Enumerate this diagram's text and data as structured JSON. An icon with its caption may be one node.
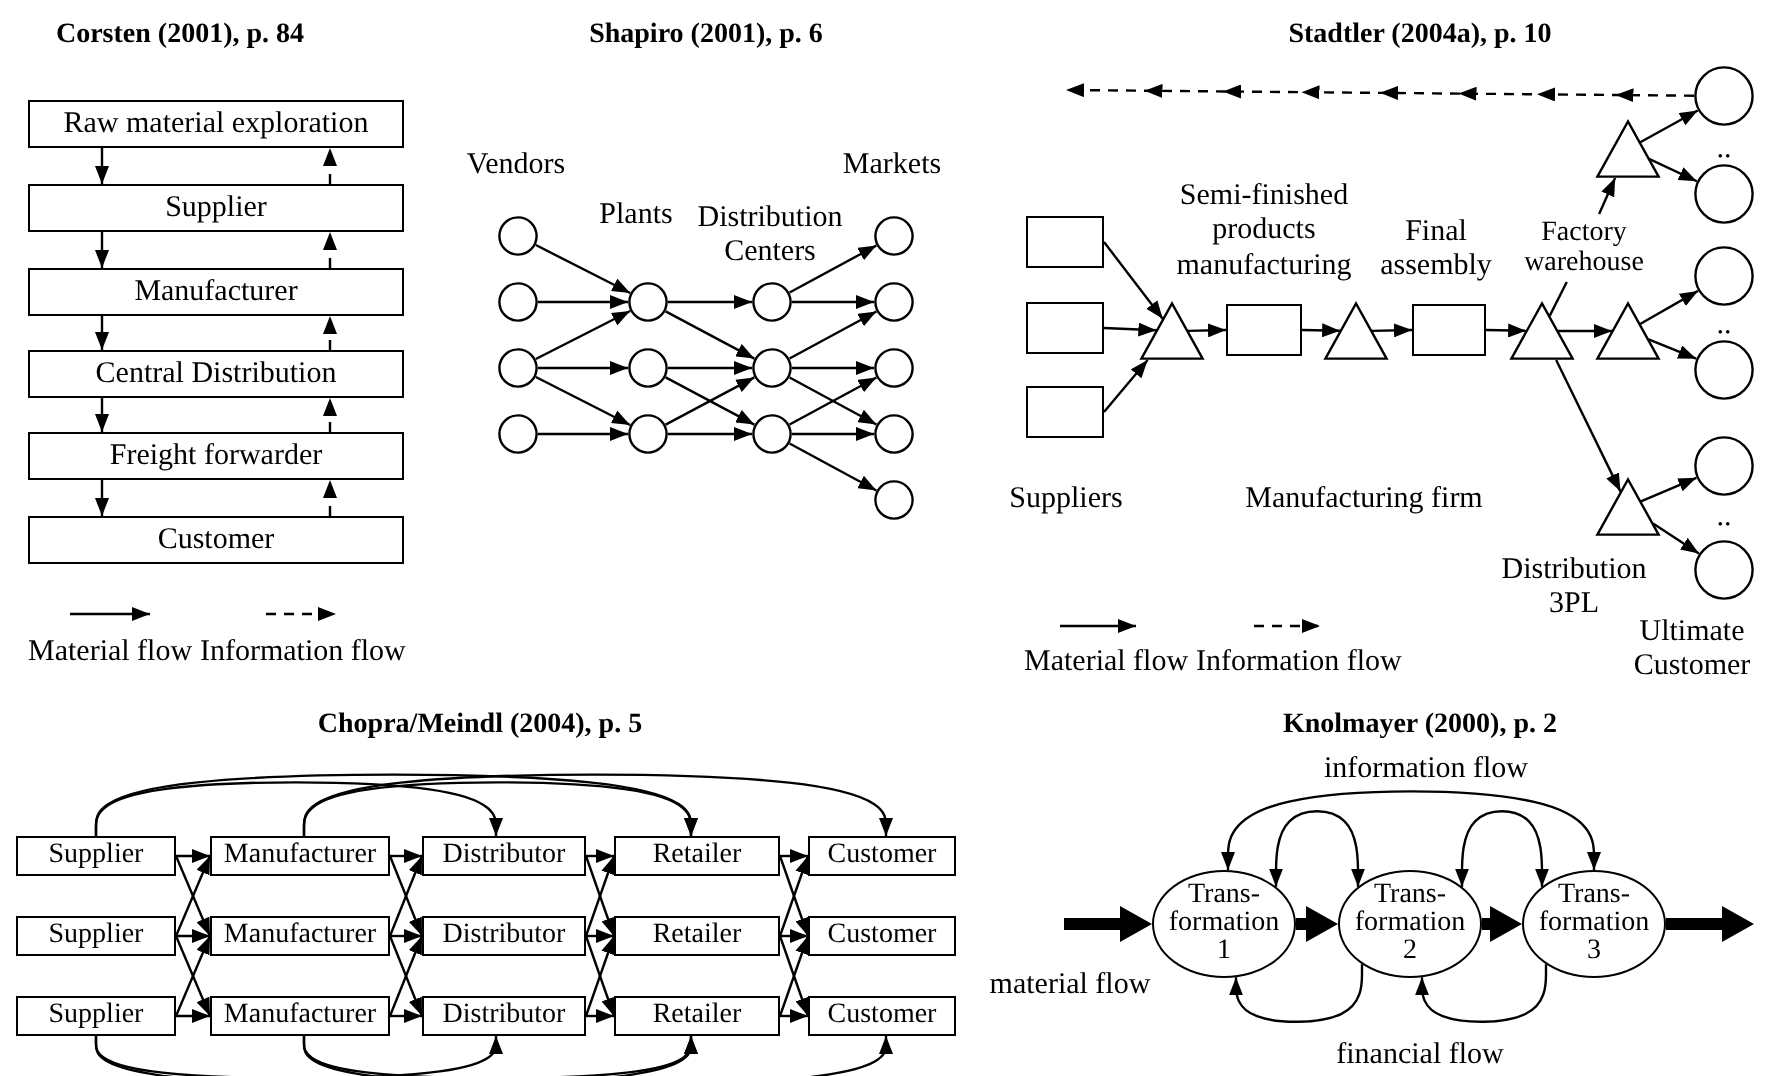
{
  "diagram": {
    "nodes": [
      {
        "text": [
          "Raw material exploration"
        ]
      },
      {
        "text": [
          "Supplier"
        ]
      },
      {
        "text": [
          "Manufacturer"
        ]
      },
      {
        "text": [
          "Central Distribution"
        ]
      },
      {
        "text": [
          "Freight forwarder"
        ]
      },
      {
        "text": [
          "Customer"
        ]
      },
      {
        "text": [],
        "shape": "circle"
      },
      {
        "text": [],
        "shape": "circle"
      },
      {
        "text": [],
        "shape": "circle"
      },
      {
        "text": [],
        "shape": "circle"
      },
      {
        "text": [],
        "shape": "circle"
      },
      {
        "text": [],
        "shape": "circle"
      },
      {
        "text": [],
        "shape": "circle"
      },
      {
        "text": [],
        "shape": "circle"
      },
      {
        "text": [],
        "shape": "circle"
      },
      {
        "text": [],
        "shape": "circle"
      },
      {
        "text": [],
        "shape": "circle"
      },
      {
        "text": [],
        "shape": "circle"
      },
      {
        "text": [],
        "shape": "circle"
      },
      {
        "text": [],
        "shape": "circle"
      },
      {
        "text": [],
        "shape": "circle"
      },
      {
        "text": [],
        "shape": "box"
      },
      {
        "text": [],
        "shape": "box"
      },
      {
        "text": [],
        "shape": "box"
      },
      {
        "text": [],
        "shape": "triangle"
      },
      {
        "text": [],
        "shape": "box"
      },
      {
        "text": [],
        "shape": "triangle"
      },
      {
        "text": [],
        "shape": "box"
      },
      {
        "text": [],
        "shape": "triangle"
      },
      {
        "text": [],
        "shape": "triangle"
      },
      {
        "text": [],
        "shape": "triangle"
      },
      {
        "text": [],
        "shape": "triangle",
        "beside": [
          "Distribution 3PL"
        ]
      },
      {
        "text": [],
        "shape": "circle"
      },
      {
        "text": [],
        "shape": "circle"
      },
      {
        "text": [],
        "shape": "circle"
      },
      {
        "text": [],
        "shape": "circle"
      },
      {
        "text": [],
        "shape": "circle"
      },
      {
        "text": [],
        "shape": "circle"
      },
      {
        "text": [
          "Factory warehouse"
        ]
      },
      {
        "text": [
          "Supplier"
        ]
      },
      {
        "text": [
          "Manufacturer"
        ]
      },
      {
        "text": [
          "Distributor"
        ]
      },
      {
        "text": [
          "Retailer"
        ]
      },
      {
        "text": [
          "Customer"
        ]
      },
      {
        "text": [
          "Supplier"
        ]
      },
      {
        "text": [
          "Manufacturer"
        ]
      },
      {
        "text": [
          "Distributor"
        ]
      },
      {
        "text": [
          "Retailer"
        ]
      },
      {
        "text": [
          "Customer"
        ]
      },
      {
        "text": [
          "Supplier"
        ]
      },
      {
        "text": [
          "Manufacturer"
        ]
      },
      {
        "text": [
          "Distributor"
        ]
      },
      {
        "text": [
          "Retailer"
        ]
      },
      {
        "text": [
          "Customer"
        ]
      },
      {
        "text": [
          "Trans- formation 1"
        ]
      },
      {
        "text": [
          "Trans- formation 2"
        ]
      },
      {
        "text": [
          "Trans- formation 3"
        ]
      }
    ],
    "edges": [
      {
        "from": 0,
        "to": 1,
        "arrow": "to"
      },
      {
        "from": 1,
        "to": 2,
        "arrow": "to"
      },
      {
        "from": 2,
        "to": 3,
        "arrow": "to"
      },
      {
        "from": 3,
        "to": 4,
        "arrow": "to"
      },
      {
        "from": 4,
        "to": 5,
        "arrow": "to"
      },
      {
        "from": 1,
        "to": 0,
        "arrow": "to",
        "style": "dashed"
      },
      {
        "from": 2,
        "to": 1,
        "arrow": "to",
        "style": "dashed"
      },
      {
        "from": 3,
        "to": 2,
        "arrow": "to",
        "style": "dashed"
      },
      {
        "from": 4,
        "to": 3,
        "arrow": "to",
        "style": "dashed"
      },
      {
        "from": 5,
        "to": 4,
        "arrow": "to",
        "style": "dashed"
      },
      {
        "from": 6,
        "to": 10,
        "arrow": "to"
      },
      {
        "from": 7,
        "to": 10,
        "arrow": "to"
      },
      {
        "from": 8,
        "to": 10,
        "arrow": "to"
      },
      {
        "from": 8,
        "to": 11,
        "arrow": "to"
      },
      {
        "from": 8,
        "to": 12,
        "arrow": "to"
      },
      {
        "from": 9,
        "to": 12,
        "arrow": "to"
      },
      {
        "from": 10,
        "to": 13,
        "arrow": "to"
      },
      {
        "from": 10,
        "to": 14,
        "arrow": "to"
      },
      {
        "from": 11,
        "to": 14,
        "arrow": "to"
      },
      {
        "from": 11,
        "to": 15,
        "arrow": "to"
      },
      {
        "from": 12,
        "to": 14,
        "arrow": "to"
      },
      {
        "from": 12,
        "to": 15,
        "arrow": "to"
      },
      {
        "from": 13,
        "to": 16,
        "arrow": "to"
      },
      {
        "from": 13,
        "to": 17,
        "arrow": "to"
      },
      {
        "from": 14,
        "to": 17,
        "arrow": "to"
      },
      {
        "from": 14,
        "to": 18,
        "arrow": "to"
      },
      {
        "from": 14,
        "to": 19,
        "arrow": "to"
      },
      {
        "from": 15,
        "to": 18,
        "arrow": "to"
      },
      {
        "from": 15,
        "to": 19,
        "arrow": "to"
      },
      {
        "from": 15,
        "to": 20,
        "arrow": "to"
      },
      {
        "from": 32,
        "to": null,
        "arrow": "to",
        "style": "dashed"
      },
      {
        "from": 21,
        "to": 24,
        "arrow": "to"
      },
      {
        "from": 22,
        "to": 24,
        "arrow": "to"
      },
      {
        "from": 23,
        "to": 24,
        "arrow": "to"
      },
      {
        "from": 24,
        "to": 25,
        "arrow": "to"
      },
      {
        "from": 25,
        "to": 26,
        "arrow": "to"
      },
      {
        "from": 26,
        "to": 27,
        "arrow": "to"
      },
      {
        "from": 27,
        "to": 28,
        "arrow": "to"
      },
      {
        "from": 28,
        "to": 30,
        "arrow": "to"
      },
      {
        "from": 28,
        "to": 31,
        "arrow": "to"
      },
      {
        "from": 29,
        "to": 32,
        "arrow": "to"
      },
      {
        "from": 29,
        "to": 33,
        "arrow": "to"
      },
      {
        "from": 30,
        "to": 34,
        "arrow": "to"
      },
      {
        "from": 30,
        "to": 35,
        "arrow": "to"
      },
      {
        "from": 31,
        "to": 36,
        "arrow": "to"
      },
      {
        "from": 31,
        "to": 37,
        "arrow": "to"
      },
      {
        "from": 38,
        "to": 29,
        "arrow": "to"
      },
      {
        "from": 38,
        "to": 28,
        "arrow": "none"
      },
      {
        "from": 39,
        "to": 40,
        "arrow": "to"
      },
      {
        "from": 39,
        "to": 45,
        "arrow": "to"
      },
      {
        "from": 44,
        "to": 40,
        "arrow": "to"
      },
      {
        "from": 44,
        "to": 45,
        "arrow": "to"
      },
      {
        "from": 44,
        "to": 50,
        "arrow": "to"
      },
      {
        "from": 49,
        "to": 45,
        "arrow": "to"
      },
      {
        "from": 49,
        "to": 50,
        "arrow": "to"
      },
      {
        "from": 40,
        "to": 41,
        "arrow": "to"
      },
      {
        "from": 40,
        "to": 46,
        "arrow": "to"
      },
      {
        "from": 45,
        "to": 41,
        "arrow": "to"
      },
      {
        "from": 45,
        "to": 46,
        "arrow": "to"
      },
      {
        "from": 45,
        "to": 51,
        "arrow": "to"
      },
      {
        "from": 50,
        "to": 46,
        "arrow": "to"
      },
      {
        "from": 50,
        "to": 51,
        "arrow": "to"
      },
      {
        "from": 41,
        "to": 42,
        "arrow": "to"
      },
      {
        "from": 41,
        "to": 47,
        "arrow": "to"
      },
      {
        "from": 46,
        "to": 42,
        "arrow": "to"
      },
      {
        "from": 46,
        "to": 47,
        "arrow": "to"
      },
      {
        "from": 46,
        "to": 52,
        "arrow": "to"
      },
      {
        "from": 51,
        "to": 47,
        "arrow": "to"
      },
      {
        "from": 51,
        "to": 52,
        "arrow": "to"
      },
      {
        "from": 42,
        "to": 43,
        "arrow": "to"
      },
      {
        "from": 42,
        "to": 48,
        "arrow": "to"
      },
      {
        "from": 47,
        "to": 43,
        "arrow": "to"
      },
      {
        "from": 47,
        "to": 48,
        "arrow": "to"
      },
      {
        "from": 47,
        "to": 53,
        "arrow": "to"
      },
      {
        "from": 52,
        "to": 48,
        "arrow": "to"
      },
      {
        "from": 52,
        "to": 53,
        "arrow": "to"
      },
      {
        "from": 39,
        "to": 41,
        "arrow": "to"
      },
      {
        "from": 39,
        "to": 42,
        "arrow": "to"
      },
      {
        "from": 40,
        "to": 42,
        "arrow": "to"
      },
      {
        "from": 40,
        "to": 43,
        "arrow": "to"
      },
      {
        "from": 49,
        "to": 51,
        "arrow": "to"
      },
      {
        "from": 49,
        "to": 52,
        "arrow": "to"
      },
      {
        "from": 50,
        "to": 52,
        "arrow": "to"
      },
      {
        "from": 50,
        "to": 53,
        "arrow": "to"
      },
      {
        "from": null,
        "to": 54,
        "arrow": "to",
        "style": "thick"
      },
      {
        "from": 54,
        "to": 55,
        "arrow": "to",
        "style": "thick"
      },
      {
        "from": 55,
        "to": 56,
        "arrow": "to",
        "style": "thick"
      },
      {
        "from": 56,
        "to": null,
        "arrow": "to",
        "style": "thick"
      },
      {
        "from": 54,
        "to": 55,
        "arrow": "both"
      },
      {
        "from": 55,
        "to": 56,
        "arrow": "both"
      },
      {
        "from": 54,
        "to": 56,
        "arrow": "both"
      },
      {
        "from": 55,
        "to": 54,
        "arrow": "to"
      },
      {
        "from": 56,
        "to": 55,
        "arrow": "to"
      }
    ],
    "labels": [
      "Corsten (2001), p. 84",
      "Shapiro (2001), p. 6",
      "Stadtler (2004a), p. 10",
      "Vendors",
      "Markets",
      "Plants",
      "Distribution Centers",
      "..",
      "Semi-finished products manufacturing",
      "Final assembly",
      "..",
      "..",
      "Suppliers",
      "Manufacturing firm",
      "Ultimate Customer",
      "Chopra/Meindl (2004), p. 5",
      "Knolmayer (2000), p. 2",
      "information flow",
      "material flow",
      "financial flow"
    ],
    "legend": [
      {
        "text": "Material flow"
      },
      {
        "text": "Information flow"
      },
      {
        "text": "Material flow"
      },
      {
        "text": "Information flow"
      }
    ]
  }
}
